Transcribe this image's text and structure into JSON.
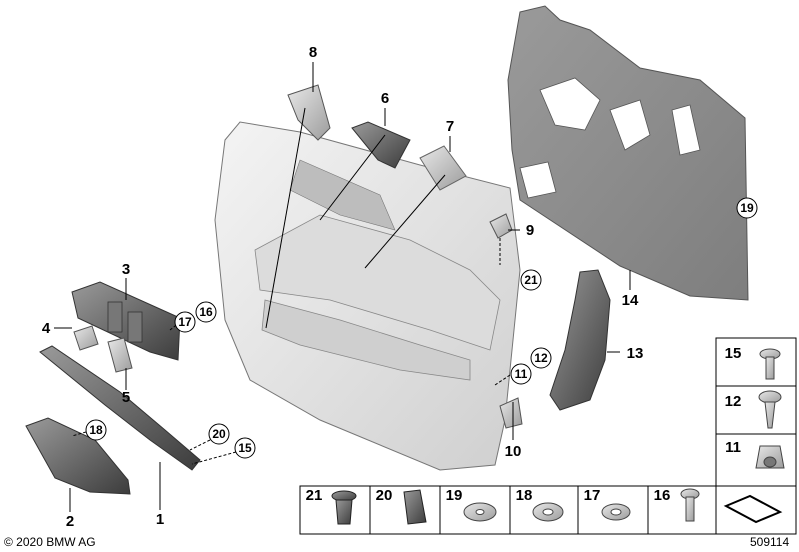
{
  "copyright": "© 2020 BMW AG",
  "diagram_id": "509114",
  "callouts": {
    "p1": "1",
    "p2": "2",
    "p3": "3",
    "p4": "4",
    "p5": "5",
    "p6": "6",
    "p7": "7",
    "p8": "8",
    "p9": "9",
    "p10": "10",
    "p11": "11",
    "p12": "12",
    "p13": "13",
    "p14": "14",
    "p15": "15",
    "p16": "16",
    "p17": "17",
    "p18": "18",
    "p19": "19",
    "p20": "20",
    "p21": "21"
  },
  "side_table": [
    "15",
    "12",
    "11"
  ],
  "bottom_table": [
    "21",
    "20",
    "19",
    "18",
    "17",
    "16"
  ],
  "colors": {
    "panel_light": "#e6e6e6",
    "panel_mid": "#c8c8c8",
    "trim_dark": "#5a5a5a",
    "insulation": "#8c8c8c"
  }
}
